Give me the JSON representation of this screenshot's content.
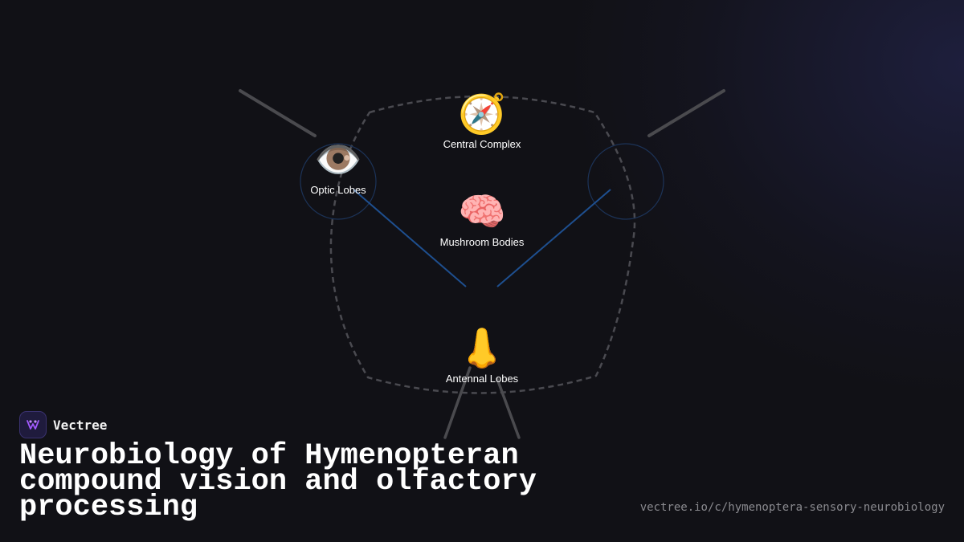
{
  "brand": {
    "name": "Vectree",
    "logo_icon": "vectree-logo-icon"
  },
  "title": "Neurobiology of Hymenopteran compound vision and olfactory processing",
  "url": "vectree.io/c/hymenoptera-sensory-neurobiology",
  "colors": {
    "background": "#111116",
    "connection": "#1e4f8f",
    "outline": "#4a4a50",
    "brand_accent": "#a259ff"
  },
  "diagram": {
    "regions": [
      {
        "id": "central-complex",
        "label": "Central Complex",
        "icon": "compass-icon",
        "emoji": "🧭"
      },
      {
        "id": "optic-lobes",
        "label": "Optic Lobes",
        "icon": "eye-icon",
        "emoji": "👁️"
      },
      {
        "id": "mushroom-bodies",
        "label": "Mushroom Bodies",
        "icon": "brain-icon",
        "emoji": "🧠"
      },
      {
        "id": "antennal-lobes",
        "label": "Antennal Lobes",
        "icon": "nose-icon",
        "emoji": "👃"
      }
    ]
  }
}
